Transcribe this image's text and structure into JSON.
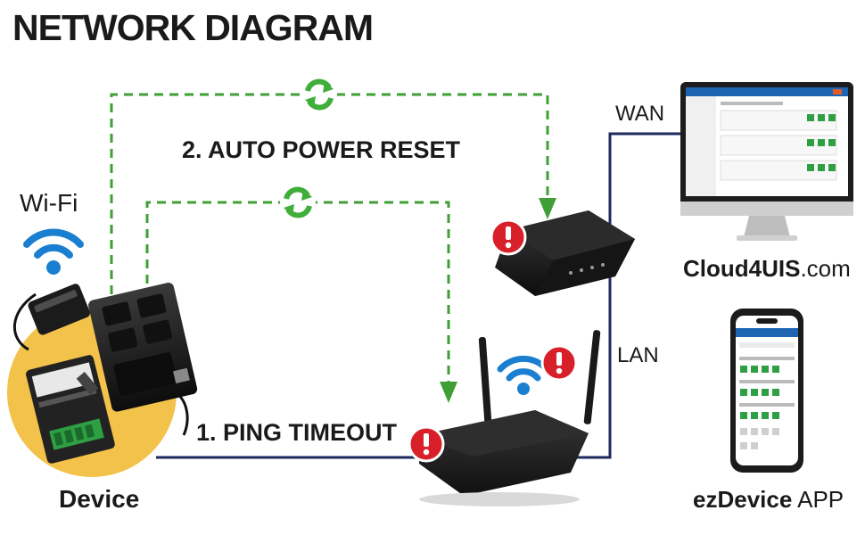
{
  "title": "NETWORK DIAGRAM",
  "labels": {
    "auto_power_reset": "2. AUTO POWER RESET",
    "ping_timeout": "1. PING TIMEOUT",
    "wifi": "Wi-Fi",
    "wan": "WAN",
    "lan": "LAN",
    "device": "Device",
    "cloud_brand": "Cloud4UIS",
    "cloud_suffix": ".com",
    "app_brand": "ezDevice",
    "app_suffix": " APP"
  },
  "nodes": [
    {
      "id": "device",
      "icon": "smart-plug-device-icon"
    },
    {
      "id": "modem",
      "icon": "modem-icon",
      "status": "alert"
    },
    {
      "id": "router",
      "icon": "wifi-router-icon",
      "status": "alert"
    },
    {
      "id": "cloud",
      "icon": "desktop-monitor-icon"
    },
    {
      "id": "app",
      "icon": "smartphone-icon"
    }
  ],
  "edges": [
    {
      "from": "device",
      "to": "modem",
      "style": "dashed",
      "label": "auto_power_reset"
    },
    {
      "from": "device",
      "to": "router",
      "style": "dashed"
    },
    {
      "from": "device",
      "to": "router",
      "style": "solid",
      "label": "ping_timeout"
    },
    {
      "from": "modem",
      "to": "cloud",
      "style": "solid",
      "label": "wan"
    },
    {
      "from": "router",
      "to": "modem",
      "style": "solid",
      "label": "lan"
    }
  ],
  "colors": {
    "dashed_line": "#3f9f34",
    "solid_line": "#1f2a5e",
    "alert": "#d8202a",
    "wifi": "#1a7fd0",
    "device_circle": "#f3c24a",
    "reset_icon": "#3fae3a"
  }
}
